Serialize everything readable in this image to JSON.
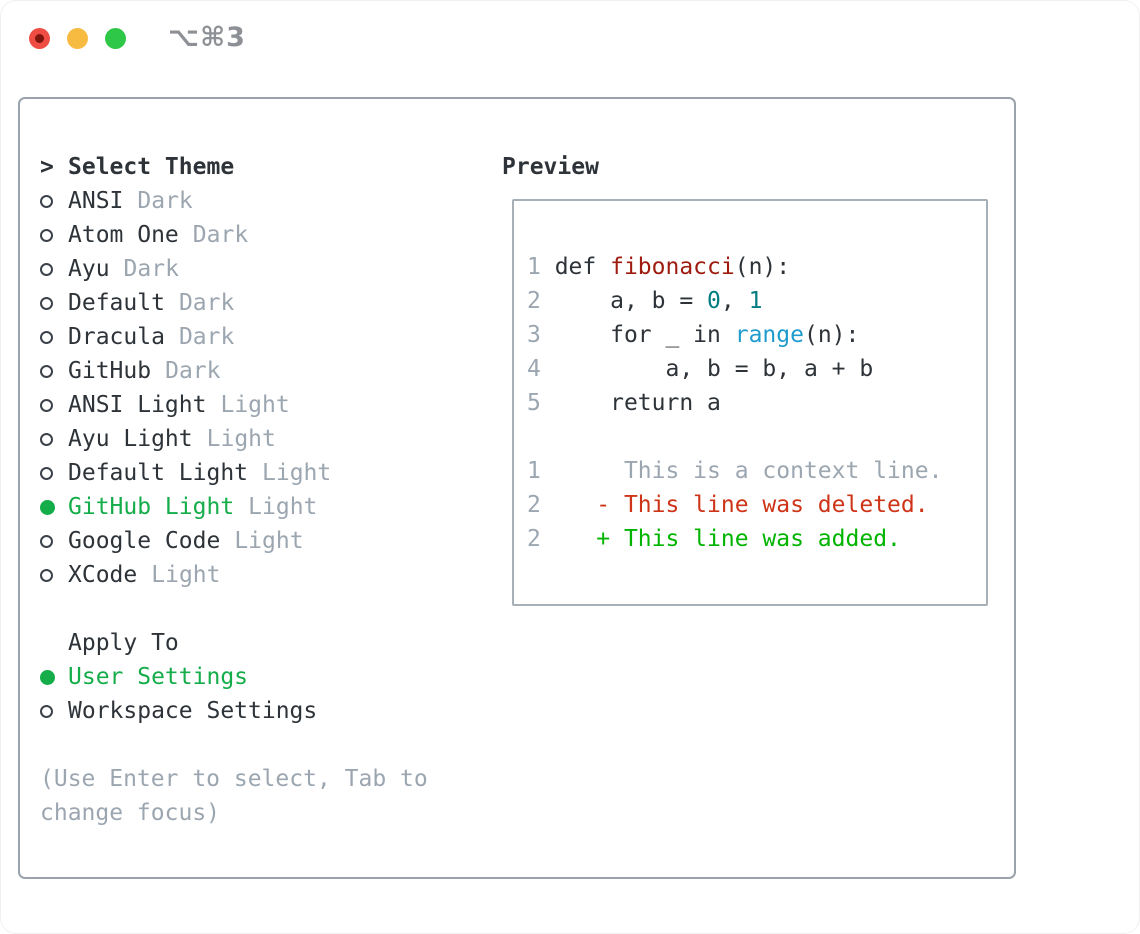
{
  "window": {
    "title": "⌥⌘3",
    "buttons": [
      {
        "name": "close",
        "color": "#ef4d43",
        "dot": "#7d150c"
      },
      {
        "name": "minimize",
        "color": "#f7bb42",
        "dot": ""
      },
      {
        "name": "zoom",
        "color": "#2fc748",
        "dot": ""
      }
    ]
  },
  "colors": {
    "text": "#2d3338",
    "muted": "#9ca6b0",
    "green": "#14ad4a",
    "added": "#00b400",
    "deleted": "#cd3418",
    "func": "#9e1b10",
    "number": "#007d80",
    "builtin": "#1f9ccd",
    "panel_border": "#9aa3ac"
  },
  "theme_list": {
    "prompt": ">",
    "header": "Select Theme",
    "items": [
      {
        "name": "ANSI",
        "tag": "Dark",
        "selected": false
      },
      {
        "name": "Atom One",
        "tag": "Dark",
        "selected": false
      },
      {
        "name": "Ayu",
        "tag": "Dark",
        "selected": false
      },
      {
        "name": "Default",
        "tag": "Dark",
        "selected": false
      },
      {
        "name": "Dracula",
        "tag": "Dark",
        "selected": false
      },
      {
        "name": "GitHub",
        "tag": "Dark",
        "selected": false
      },
      {
        "name": "ANSI Light",
        "tag": "Light",
        "selected": false
      },
      {
        "name": "Ayu Light",
        "tag": "Light",
        "selected": false
      },
      {
        "name": "Default Light",
        "tag": "Light",
        "selected": false
      },
      {
        "name": "GitHub Light",
        "tag": "Light",
        "selected": true
      },
      {
        "name": "Google Code",
        "tag": "Light",
        "selected": false
      },
      {
        "name": "XCode",
        "tag": "Light",
        "selected": false
      }
    ]
  },
  "apply_to": {
    "header": "Apply To",
    "options": [
      {
        "name": "User Settings",
        "selected": true
      },
      {
        "name": "Workspace Settings",
        "selected": false
      }
    ]
  },
  "help_lines": [
    "(Use Enter to select, Tab to",
    "change focus)"
  ],
  "preview": {
    "header": "Preview",
    "lines": [
      {
        "segs": [
          {
            "t": "1 ",
            "c": "muted"
          },
          {
            "t": "def ",
            "c": "text"
          },
          {
            "t": "fibonacci",
            "c": "func"
          },
          {
            "t": "(n):",
            "c": "text"
          }
        ]
      },
      {
        "segs": [
          {
            "t": "2",
            "c": "muted"
          },
          {
            "t": "     a, b = ",
            "c": "text"
          },
          {
            "t": "0",
            "c": "number"
          },
          {
            "t": ", ",
            "c": "text"
          },
          {
            "t": "1",
            "c": "number"
          }
        ]
      },
      {
        "segs": [
          {
            "t": "3",
            "c": "muted"
          },
          {
            "t": "     for _ in ",
            "c": "text"
          },
          {
            "t": "range",
            "c": "builtin"
          },
          {
            "t": "(n):",
            "c": "text"
          }
        ]
      },
      {
        "segs": [
          {
            "t": "4",
            "c": "muted"
          },
          {
            "t": "         a, b = b, a + b",
            "c": "text"
          }
        ]
      },
      {
        "segs": [
          {
            "t": "5",
            "c": "muted"
          },
          {
            "t": "     return a",
            "c": "text"
          }
        ]
      },
      {
        "segs": []
      },
      {
        "segs": [
          {
            "t": "1",
            "c": "muted"
          },
          {
            "t": "      This is a context line.",
            "c": "muted"
          }
        ]
      },
      {
        "segs": [
          {
            "t": "2",
            "c": "muted"
          },
          {
            "t": "    ",
            "c": "text"
          },
          {
            "t": "- This line was deleted.",
            "c": "deleted"
          }
        ]
      },
      {
        "segs": [
          {
            "t": "2",
            "c": "muted"
          },
          {
            "t": "    ",
            "c": "text"
          },
          {
            "t": "+ This line was added.",
            "c": "added"
          }
        ]
      }
    ]
  }
}
